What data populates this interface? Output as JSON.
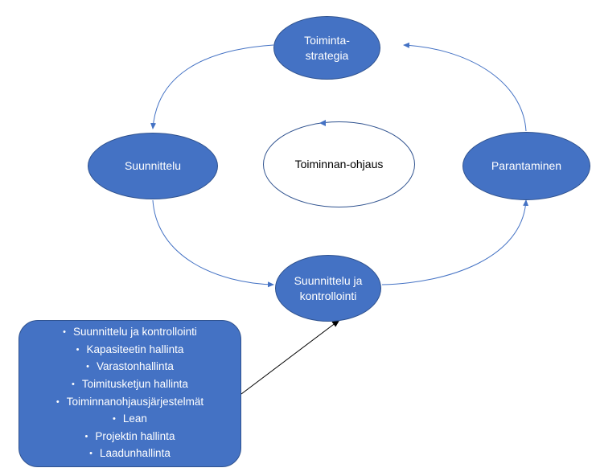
{
  "colors": {
    "node_fill": "#4472c4",
    "node_border": "#2f528f",
    "connector": "#4472c4",
    "pointer_arrow": "#000000"
  },
  "nodes": {
    "strategy": "Toiminta-\nstrategia",
    "planning": "Suunnittelu",
    "operations_control": "Toiminnan-ohjaus",
    "improvement": "Parantaminen",
    "planning_and_control": "Suunnittelu ja\nkontrollointi"
  },
  "activity_list": [
    "Suunnittelu ja kontrollointi",
    "Kapasiteetin hallinta",
    "Varastonhallinta",
    "Toimitusketjun hallinta",
    "Toiminnanohjausjärjestelmät",
    "Lean",
    "Projektin hallinta",
    "Laadunhallinta"
  ]
}
